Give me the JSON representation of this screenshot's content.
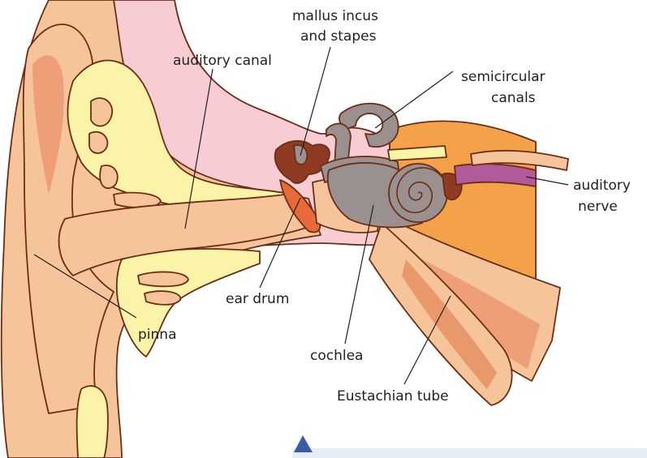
{
  "colors": {
    "skin": "#f6c49a",
    "skin_dark": "#e9986c",
    "skin_shadow": "#ef9f78",
    "cartilage": "#fbf4a8",
    "tissue_pink": "#f7cdd3",
    "ear_drum": "#e86a3a",
    "ossicles": "#8f3a22",
    "cochlea_grey": "#9a9090",
    "bone_orange": "#f3a24a",
    "nerve_purple": "#b35a9a",
    "outline": "#6b2e14",
    "label_text": "#231f20",
    "nav_strip": "#e6ebf8",
    "nav_triangle": "#3b5ba8"
  },
  "labels": {
    "ossicles": [
      "mallus incus",
      "and stapes"
    ],
    "semicircular_canals": [
      "semicircular",
      "canals"
    ],
    "auditory_canal": "auditory canal",
    "auditory_nerve": [
      "auditory",
      "nerve"
    ],
    "ear_drum": "ear drum",
    "pinna": "pinna",
    "cochlea": "cochlea",
    "eustachian_tube": "Eustachian tube"
  },
  "icons": {
    "nav_marker": "triangle-up-icon"
  }
}
